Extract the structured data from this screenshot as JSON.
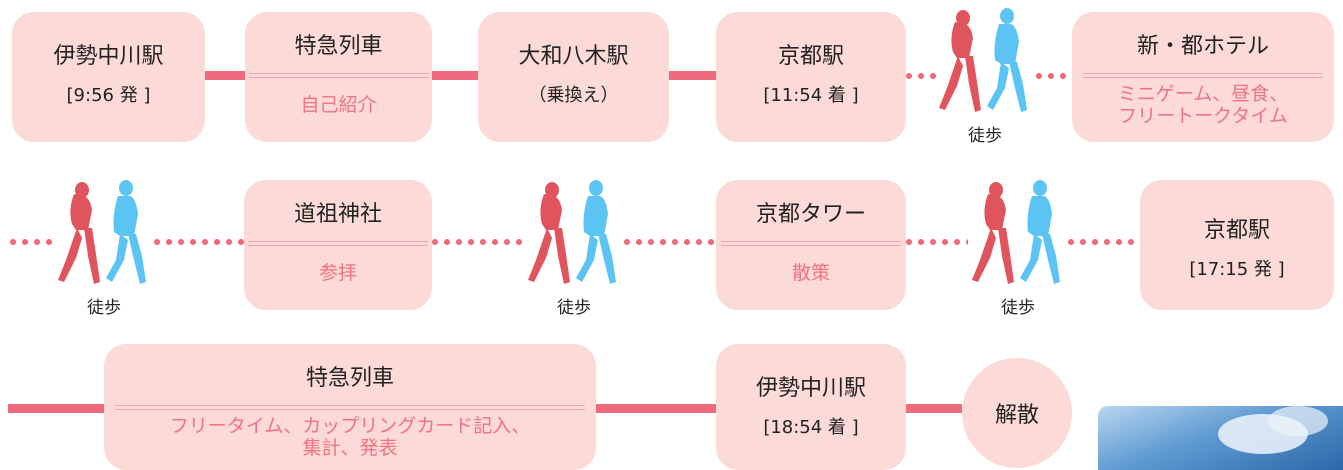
{
  "row1": {
    "station1": {
      "name": "伊勢中川駅",
      "time": "[9:56 発 ]"
    },
    "train1": {
      "name": "特急列車",
      "activity": "自己紹介"
    },
    "station2": {
      "name": "大和八木駅",
      "note": "（乗換え）"
    },
    "station3": {
      "name": "京都駅",
      "time": "[11:54 着 ]"
    },
    "walk_label": "徒歩",
    "hotel": {
      "name": "新・都ホテル",
      "activity_line1": "ミニゲーム、昼食、",
      "activity_line2": "フリートークタイム"
    }
  },
  "row2": {
    "walk1_label": "徒歩",
    "shrine": {
      "name": "道祖神社",
      "activity": "参拝"
    },
    "walk2_label": "徒歩",
    "tower": {
      "name": "京都タワー",
      "activity": "散策"
    },
    "walk3_label": "徒歩",
    "station": {
      "name": "京都駅",
      "time": "[17:15 発 ]"
    }
  },
  "row3": {
    "train": {
      "name": "特急列車",
      "activity_line1": "フリータイム、カップリングカード記入、",
      "activity_line2": "集計、発表"
    },
    "station": {
      "name": "伊勢中川駅",
      "time": "[18:54 着 ]"
    },
    "end": "解散"
  },
  "icons": {
    "walking_couple": "walking-couple-icon"
  },
  "colors": {
    "box": "#fcdad8",
    "line": "#ee6a7c",
    "accent_text": "#f07383",
    "woman": "#e0545e",
    "man": "#5bc4f2"
  }
}
